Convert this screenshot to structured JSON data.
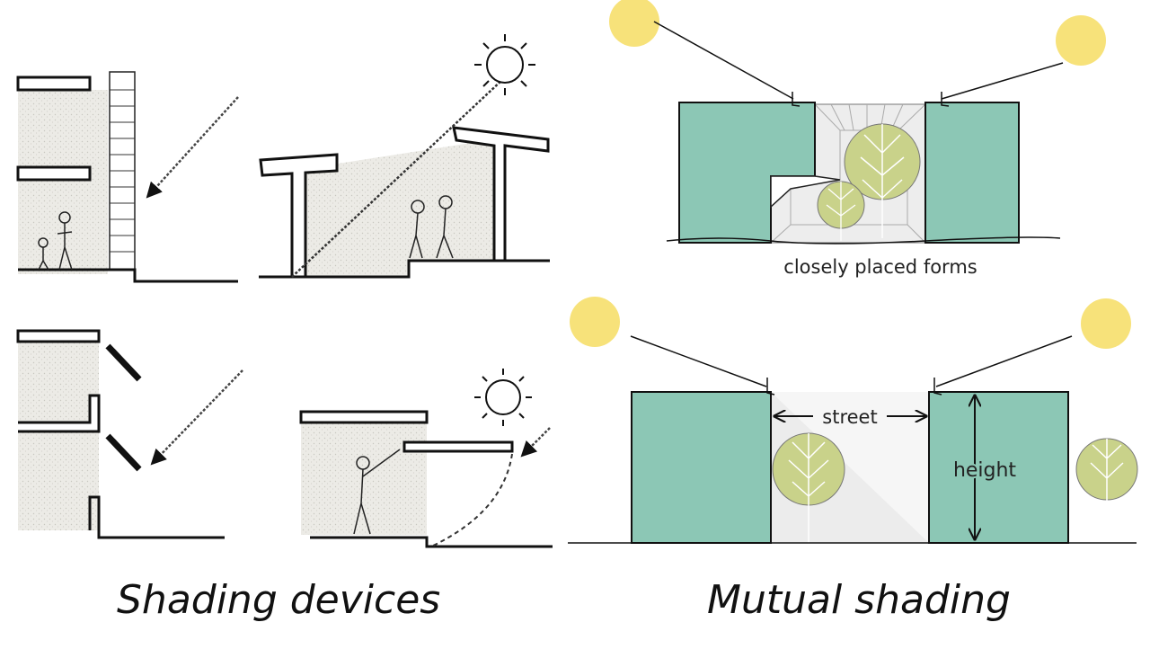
{
  "left_section": {
    "caption": "Shading devices"
  },
  "right_section": {
    "caption": "Mutual shading",
    "top_diagram": {
      "label": "closely placed forms"
    },
    "bottom_diagram": {
      "street_label": "street",
      "height_label": "height"
    }
  },
  "colors": {
    "building_fill": "#8cc7b5",
    "sun_fill": "#f7e27a",
    "tree_fill": "#c9d28a",
    "sketch_fill": "#ebebe6",
    "line": "#111111"
  }
}
